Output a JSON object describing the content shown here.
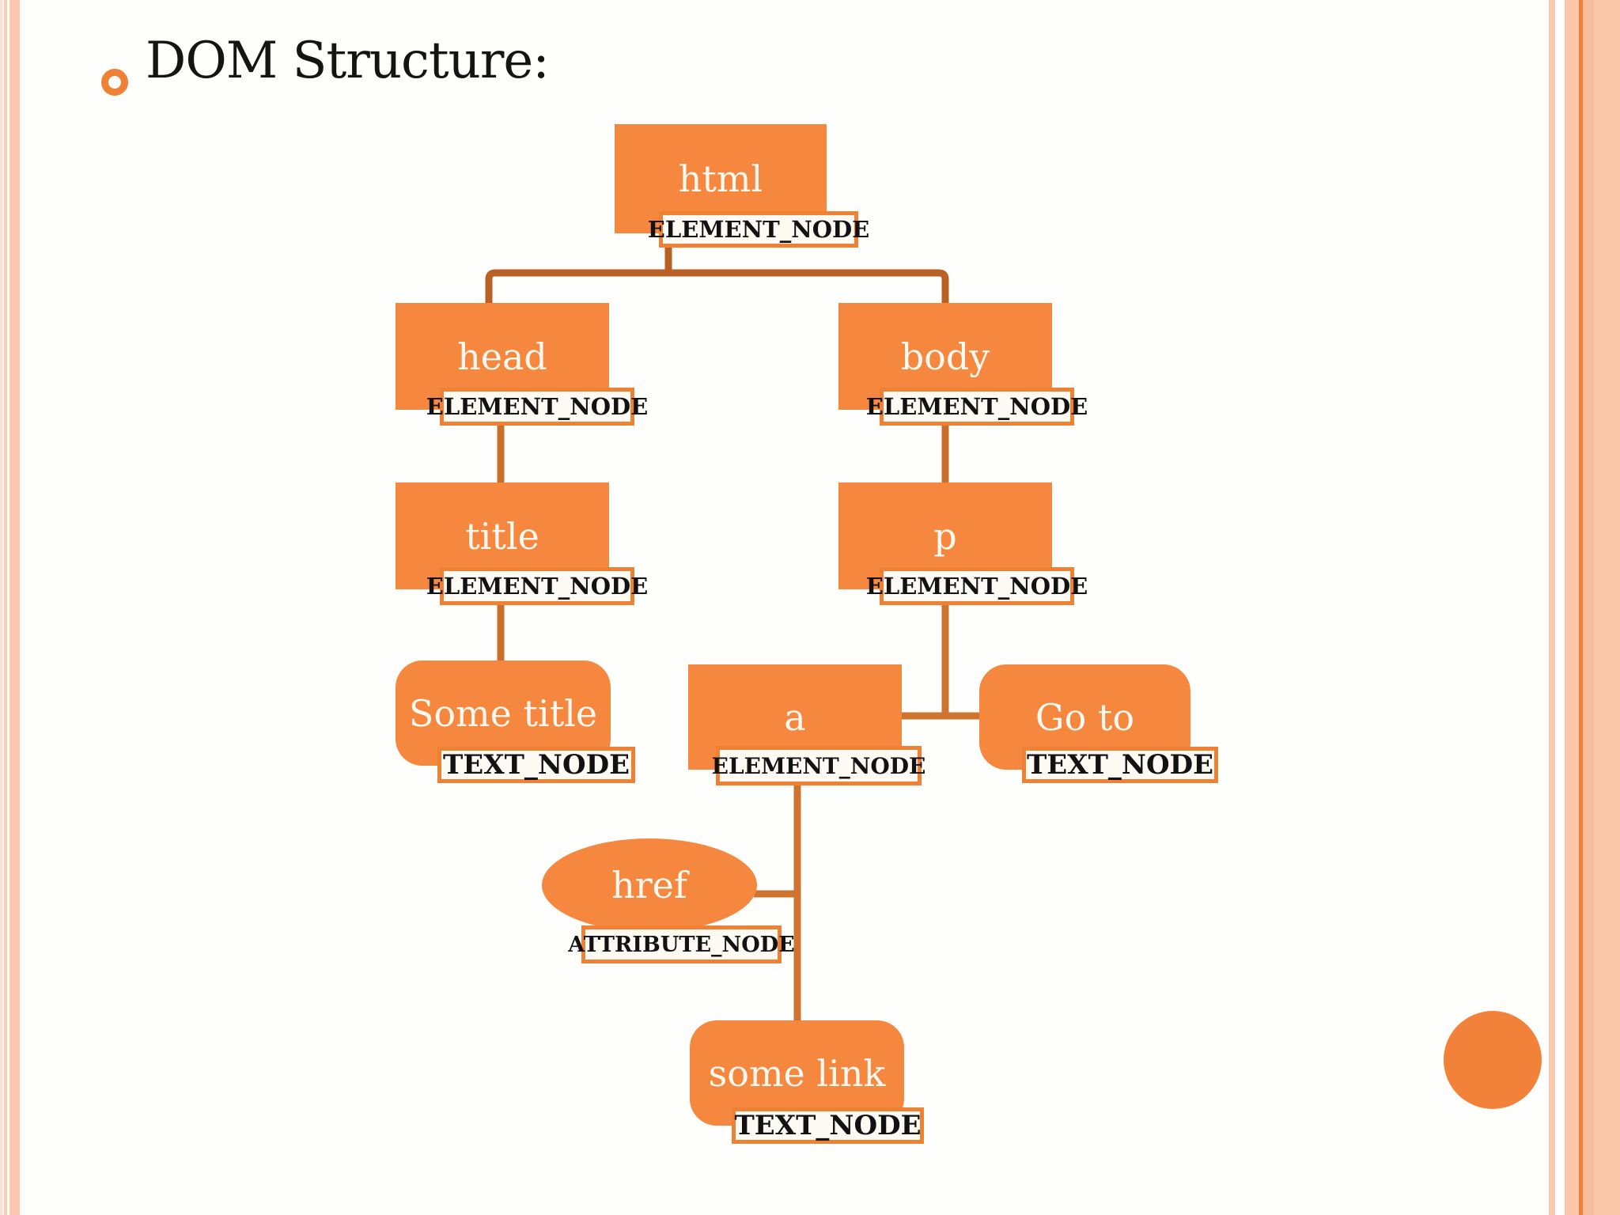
{
  "title": "DOM Structure:",
  "colors": {
    "node_fill": "#f5873e",
    "badge_border": "#ee8134",
    "badge_background": "#fdf9f3",
    "connector": "#c2672b",
    "decorative_circle": "#f28139",
    "border_stripes": "#f9c9b2",
    "title_text": "#141414"
  },
  "diagram": {
    "type": "tree",
    "nodes": [
      {
        "id": "html",
        "label": "html",
        "node_type": "ELEMENT_NODE",
        "shape": "rectangle"
      },
      {
        "id": "head",
        "label": "head",
        "node_type": "ELEMENT_NODE",
        "shape": "rectangle"
      },
      {
        "id": "body",
        "label": "body",
        "node_type": "ELEMENT_NODE",
        "shape": "rectangle"
      },
      {
        "id": "title",
        "label": "title",
        "node_type": "ELEMENT_NODE",
        "shape": "rectangle"
      },
      {
        "id": "p",
        "label": "p",
        "node_type": "ELEMENT_NODE",
        "shape": "rectangle"
      },
      {
        "id": "some_title",
        "label": "Some title",
        "node_type": "TEXT_NODE",
        "shape": "rounded-rectangle"
      },
      {
        "id": "a",
        "label": "a",
        "node_type": "ELEMENT_NODE",
        "shape": "rectangle"
      },
      {
        "id": "go_to",
        "label": "Go to",
        "node_type": "TEXT_NODE",
        "shape": "rounded-rectangle"
      },
      {
        "id": "href",
        "label": "href",
        "node_type": "ATTRIBUTE_NODE",
        "shape": "ellipse"
      },
      {
        "id": "some_link",
        "label": "some link",
        "node_type": "TEXT_NODE",
        "shape": "rounded-rectangle"
      }
    ],
    "edges": [
      {
        "from": "html",
        "to": "head"
      },
      {
        "from": "html",
        "to": "body"
      },
      {
        "from": "head",
        "to": "title"
      },
      {
        "from": "title",
        "to": "some_title"
      },
      {
        "from": "body",
        "to": "p"
      },
      {
        "from": "p",
        "to": "a"
      },
      {
        "from": "p",
        "to": "go_to"
      },
      {
        "from": "a",
        "to": "href"
      },
      {
        "from": "a",
        "to": "some_link"
      }
    ]
  }
}
